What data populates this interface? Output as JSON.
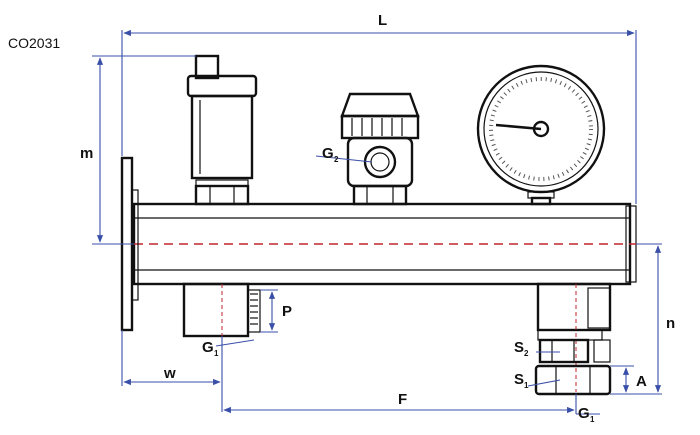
{
  "drawing": {
    "code": "CO2031",
    "dimensions": {
      "L": "L",
      "m": "m",
      "P": "P",
      "w": "w",
      "F": "F",
      "n": "n",
      "A": "A"
    },
    "threads": {
      "G1_main": "G",
      "G1_main_sub": "1",
      "G1_bottom": "G",
      "G1_bottom_sub": "1",
      "G2": "G",
      "G2_sub": "2",
      "S1": "S",
      "S1_sub": "1",
      "S2": "S",
      "S2_sub": "2"
    }
  },
  "colors": {
    "outline": "#111111",
    "dimension_line": "#3a4fa8",
    "center_line": "#c0272d"
  },
  "icons": [
    "air-vent-icon",
    "valve-icon",
    "pressure-gauge-icon",
    "flange-icon"
  ]
}
